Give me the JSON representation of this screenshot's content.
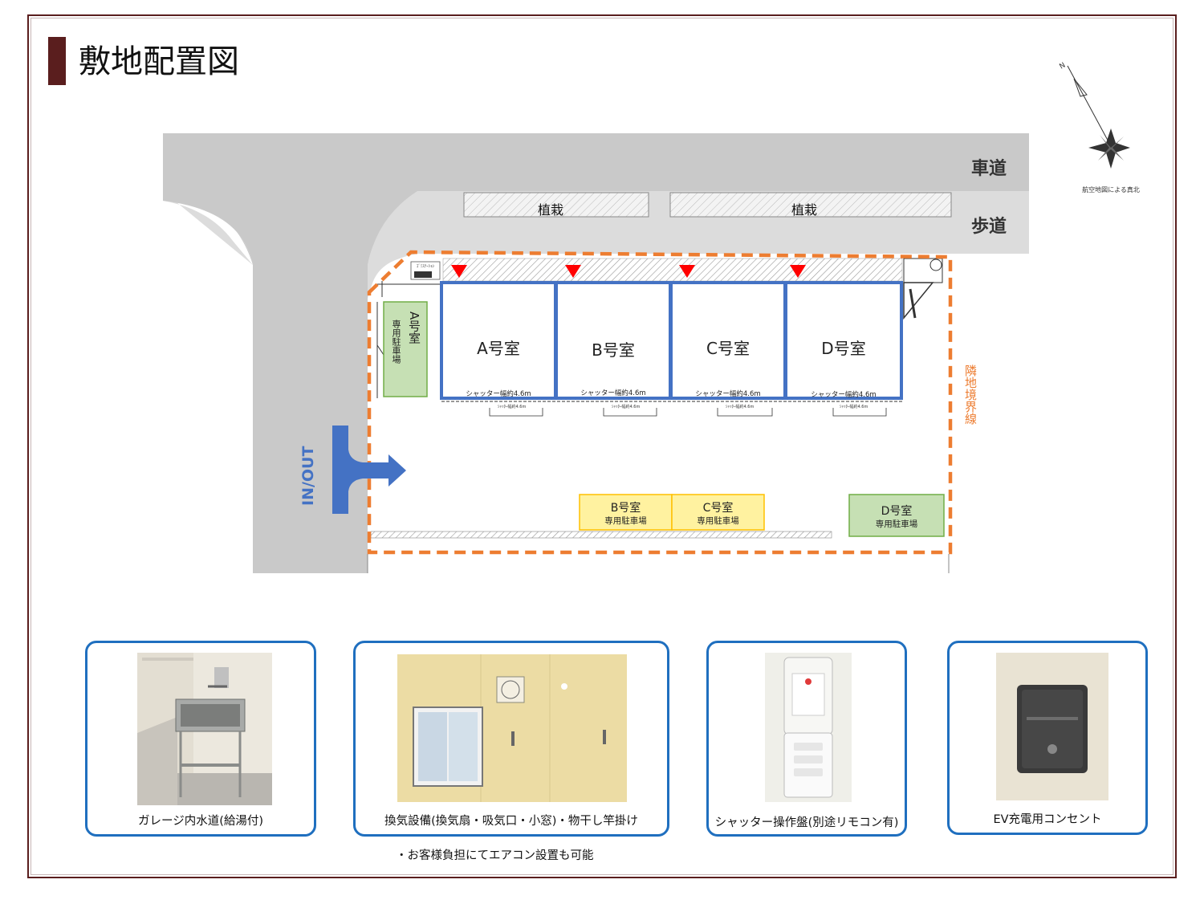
{
  "page": {
    "title": "敷地配置図",
    "compass_caption": "航空地図による真北",
    "compass_letter": "N"
  },
  "map": {
    "road_label": "車道",
    "sidewalk_label": "歩道",
    "planting_labels": [
      "植栽",
      "植栽"
    ],
    "units": [
      {
        "name": "A号室",
        "shutter": "シャッター幅約4.6m"
      },
      {
        "name": "B号室",
        "shutter": "シャッター幅約4.6m"
      },
      {
        "name": "C号室",
        "shutter": "シャッター幅約4.6m"
      },
      {
        "name": "D号室",
        "shutter": "シャッター幅約4.6m"
      }
    ],
    "parking_a": {
      "title": "A号室",
      "sub": "専用駐車場"
    },
    "parking_b": {
      "title": "B号室",
      "sub": "専用駐車場"
    },
    "parking_c": {
      "title": "C号室",
      "sub": "専用駐車場"
    },
    "parking_d": {
      "title": "D号室",
      "sub": "専用駐車場"
    },
    "entrance_label": "IN/OUT",
    "boundary_label": "隣地境界線",
    "small_label_trash": "ｺﾞﾐｽﾃｰｼｮﾝ",
    "colors": {
      "road": "#c9c9c9",
      "sidewalk": "#dcdcdc",
      "unit_border": "#4472c4",
      "boundary": "#ed7d31",
      "parking_yellow": "#fff2a0",
      "parking_green": "#c6e0b4",
      "arrow_red": "#ff0000",
      "arrow_blue": "#4472c4"
    }
  },
  "features": [
    {
      "caption": "ガレージ内水道(給湯付)",
      "icon": "sink-photo"
    },
    {
      "caption": "換気設備(換気扇・吸気口・小窓)・物干し竿掛け",
      "icon": "ventilation-photo"
    },
    {
      "caption": "シャッター操作盤(別途リモコン有)",
      "icon": "shutter-panel-photo"
    },
    {
      "caption": "EV充電用コンセント",
      "icon": "ev-outlet-photo"
    }
  ],
  "note": "・お客様負担にてエアコン設置も可能"
}
